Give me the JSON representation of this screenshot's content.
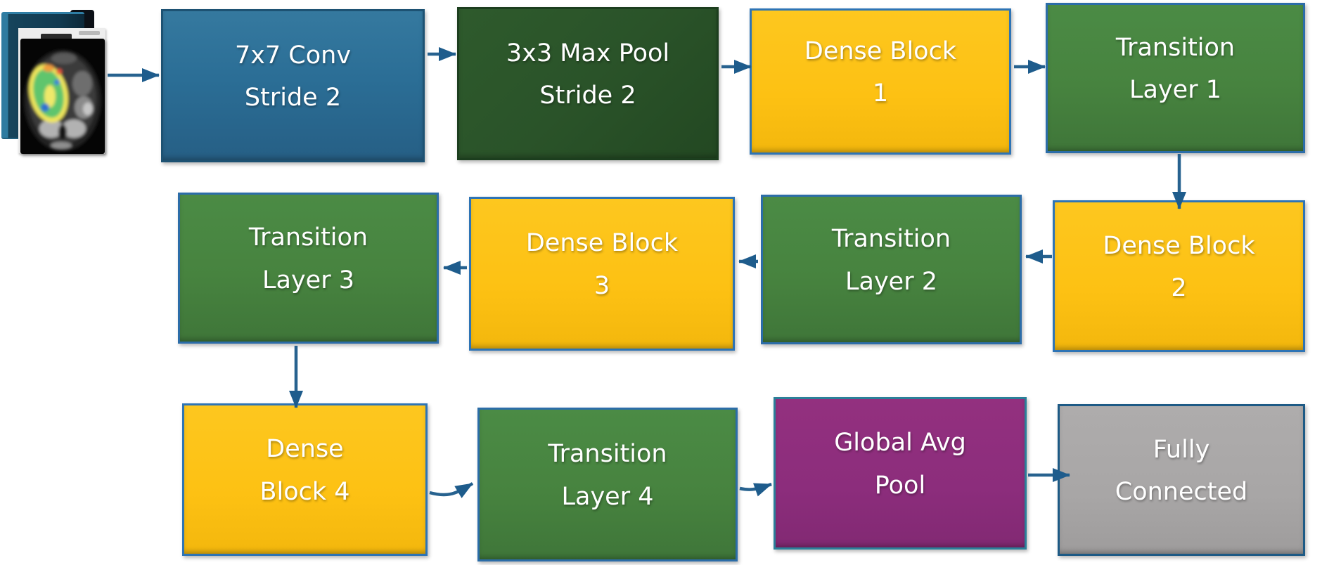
{
  "title": "DenseNet CNN architecture flow diagram",
  "colors": {
    "conv_blue": "#2B6E96",
    "max_pool_dark_green": "#2A5329",
    "dense_block_yellow": "#FDC113",
    "transition_green": "#47833F",
    "global_pool_purple": "#8C2D7C",
    "fully_connected_gray": "#A8A6A6",
    "arrow_blue": "#1E5C8C",
    "box_border_blue": "#2E74B5",
    "label_text": "#FFFFFF"
  },
  "input": {
    "id": "ct-input",
    "icon": "ct-scan-stack"
  },
  "nodes": [
    {
      "id": "conv7x7",
      "line1": "7x7 Conv",
      "line2": "Stride 2",
      "type": "conv"
    },
    {
      "id": "maxpool3x3",
      "line1": "3x3 Max Pool",
      "line2": "Stride 2",
      "type": "max-pool"
    },
    {
      "id": "dense-block-1",
      "line1": "Dense Block",
      "line2": "1",
      "type": "dense-block"
    },
    {
      "id": "transition-layer-1",
      "line1": "Transition",
      "line2": "Layer 1",
      "type": "transition-layer"
    },
    {
      "id": "dense-block-2",
      "line1": "Dense Block",
      "line2": "2",
      "type": "dense-block"
    },
    {
      "id": "transition-layer-2",
      "line1": "Transition",
      "line2": "Layer 2",
      "type": "transition-layer"
    },
    {
      "id": "dense-block-3",
      "line1": "Dense Block",
      "line2": "3",
      "type": "dense-block"
    },
    {
      "id": "transition-layer-3",
      "line1": "Transition",
      "line2": "Layer 3",
      "type": "transition-layer"
    },
    {
      "id": "dense-block-4",
      "line1": "Dense",
      "line2": "Block 4",
      "type": "dense-block"
    },
    {
      "id": "transition-layer-4",
      "line1": "Transition",
      "line2": "Layer 4",
      "type": "transition-layer"
    },
    {
      "id": "global-avg-pool",
      "line1": "Global Avg",
      "line2": "Pool",
      "type": "global-pool"
    },
    {
      "id": "fully-connected",
      "line1": "Fully",
      "line2": "Connected",
      "type": "fully-connected"
    }
  ],
  "edges": [
    {
      "from": "ct-input",
      "to": "conv7x7",
      "direction": "right"
    },
    {
      "from": "conv7x7",
      "to": "maxpool3x3",
      "direction": "right"
    },
    {
      "from": "maxpool3x3",
      "to": "dense-block-1",
      "direction": "right"
    },
    {
      "from": "dense-block-1",
      "to": "transition-layer-1",
      "direction": "right"
    },
    {
      "from": "transition-layer-1",
      "to": "dense-block-2",
      "direction": "down"
    },
    {
      "from": "dense-block-2",
      "to": "transition-layer-2",
      "direction": "left"
    },
    {
      "from": "transition-layer-2",
      "to": "dense-block-3",
      "direction": "left"
    },
    {
      "from": "dense-block-3",
      "to": "transition-layer-3",
      "direction": "left"
    },
    {
      "from": "transition-layer-3",
      "to": "dense-block-4",
      "direction": "down"
    },
    {
      "from": "dense-block-4",
      "to": "transition-layer-4",
      "direction": "right"
    },
    {
      "from": "transition-layer-4",
      "to": "global-avg-pool",
      "direction": "right"
    },
    {
      "from": "global-avg-pool",
      "to": "fully-connected",
      "direction": "right"
    }
  ]
}
